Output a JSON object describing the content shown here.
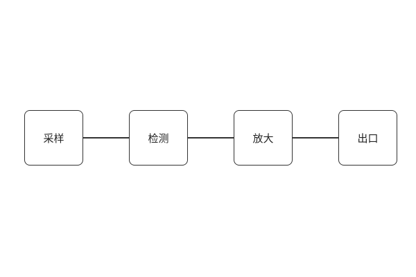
{
  "diagram": {
    "nodes": [
      {
        "label": "采样"
      },
      {
        "label": "检测"
      },
      {
        "label": "放大"
      },
      {
        "label": "出口"
      }
    ],
    "connectors": [
      {
        "from": 0,
        "to": 1
      },
      {
        "from": 1,
        "to": 2
      },
      {
        "from": 2,
        "to": 3
      }
    ],
    "colors": {
      "stroke": "#333333",
      "text": "#222222",
      "background": "#ffffff"
    }
  }
}
